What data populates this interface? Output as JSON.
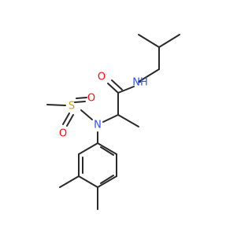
{
  "molecule": {
    "atoms": [
      {
        "id": "O_carbonyl",
        "symbol": "O",
        "color": "#ff0d0d"
      },
      {
        "id": "N_amide",
        "symbol": "NH",
        "color": "#3050f8"
      },
      {
        "id": "N_sulfonamide",
        "symbol": "N",
        "color": "#3050f8"
      },
      {
        "id": "S",
        "symbol": "S",
        "color": "#c8a800"
      },
      {
        "id": "O_sulfonyl_1",
        "symbol": "O",
        "color": "#ff0d0d"
      },
      {
        "id": "O_sulfonyl_2",
        "symbol": "O",
        "color": "#ff0d0d"
      }
    ],
    "bond_color": "#2a2a2a",
    "background": "#ffffff"
  }
}
